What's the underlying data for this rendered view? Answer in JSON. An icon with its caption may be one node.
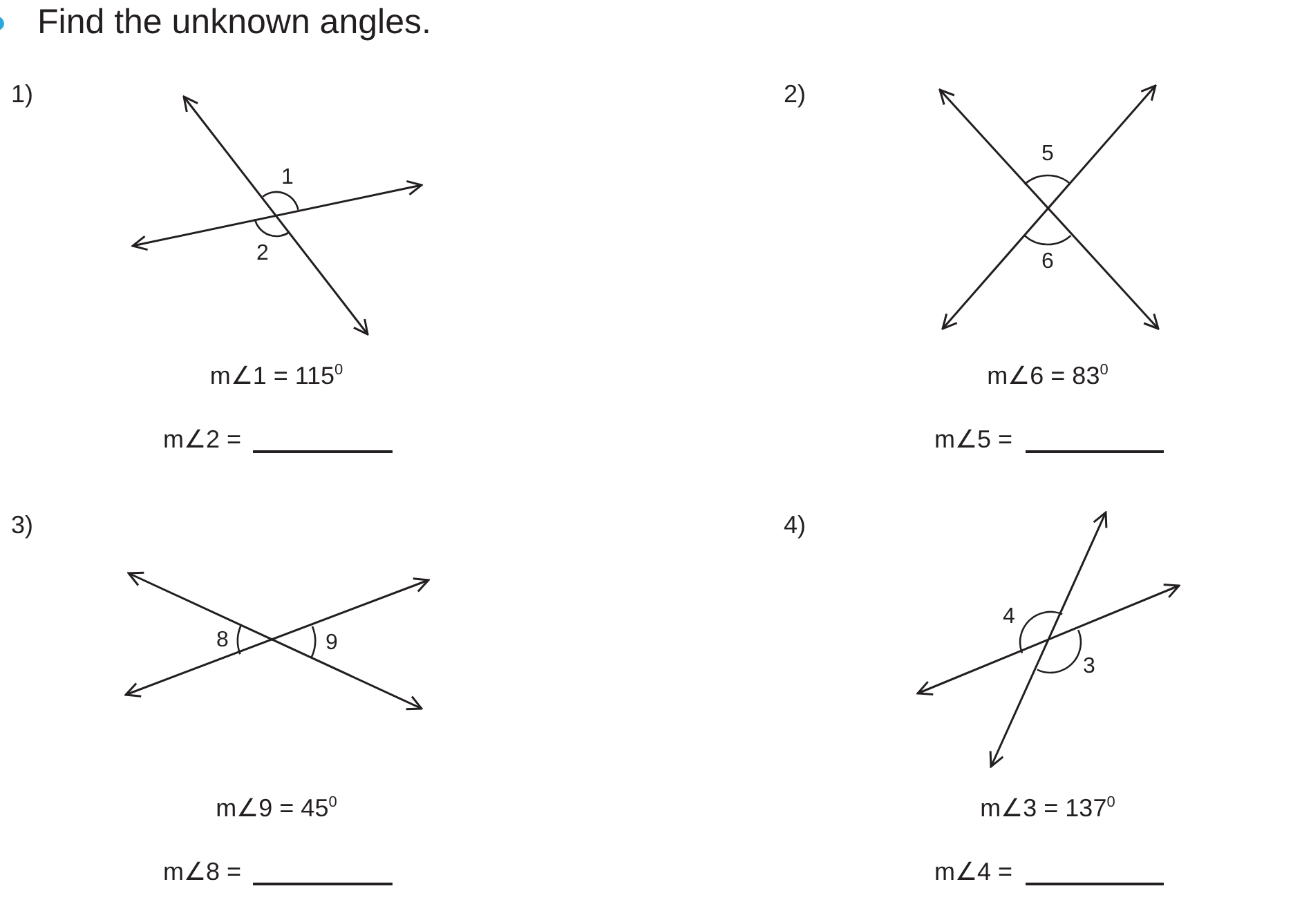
{
  "diagram": {
    "title": "Find the unknown angles.",
    "labels": [
      "1)",
      "1",
      "2",
      "m∠1 = 115$^{0}$",
      "m∠2 =",
      "2)",
      "5",
      "6",
      "m∠6 = 83$^{0}$",
      "m∠5 =",
      "3)",
      "8",
      "9",
      "m∠9 = 45$^{0}$",
      "m∠8 =",
      "4)",
      "4",
      "3",
      "m∠3 = 137$^{0}$",
      "m∠4 ="
    ]
  }
}
